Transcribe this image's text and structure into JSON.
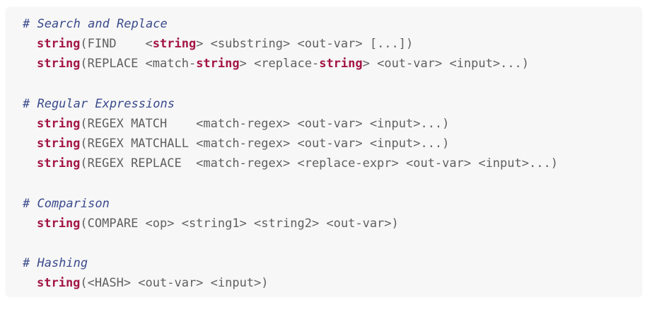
{
  "sections": [
    {
      "comment": "# Search and Replace",
      "lines": [
        [
          {
            "t": "k",
            "v": "string"
          },
          {
            "t": "n",
            "v": "(FIND    <"
          },
          {
            "t": "k",
            "v": "string"
          },
          {
            "t": "n",
            "v": "> <substring> <out-var> [...])"
          }
        ],
        [
          {
            "t": "k",
            "v": "string"
          },
          {
            "t": "n",
            "v": "(REPLACE <match-"
          },
          {
            "t": "k",
            "v": "string"
          },
          {
            "t": "n",
            "v": "> <replace-"
          },
          {
            "t": "k",
            "v": "string"
          },
          {
            "t": "n",
            "v": "> <out-var> <input>...)"
          }
        ]
      ]
    },
    {
      "comment": "# Regular Expressions",
      "lines": [
        [
          {
            "t": "k",
            "v": "string"
          },
          {
            "t": "n",
            "v": "(REGEX MATCH    <match-regex> <out-var> <input>...)"
          }
        ],
        [
          {
            "t": "k",
            "v": "string"
          },
          {
            "t": "n",
            "v": "(REGEX MATCHALL <match-regex> <out-var> <input>...)"
          }
        ],
        [
          {
            "t": "k",
            "v": "string"
          },
          {
            "t": "n",
            "v": "(REGEX REPLACE  <match-regex> <replace-expr> <out-var> <input>...)"
          }
        ]
      ]
    },
    {
      "comment": "# Comparison",
      "lines": [
        [
          {
            "t": "k",
            "v": "string"
          },
          {
            "t": "n",
            "v": "(COMPARE <op> <string1> <string2> <out-var>)"
          }
        ]
      ]
    },
    {
      "comment": "# Hashing",
      "lines": [
        [
          {
            "t": "k",
            "v": "string"
          },
          {
            "t": "n",
            "v": "(<HASH> <out-var> <input>)"
          }
        ]
      ]
    }
  ],
  "colors": {
    "keyword": "#a31545",
    "comment": "#3a4a8c",
    "text": "#606060",
    "panel": "#f7f7f7"
  }
}
